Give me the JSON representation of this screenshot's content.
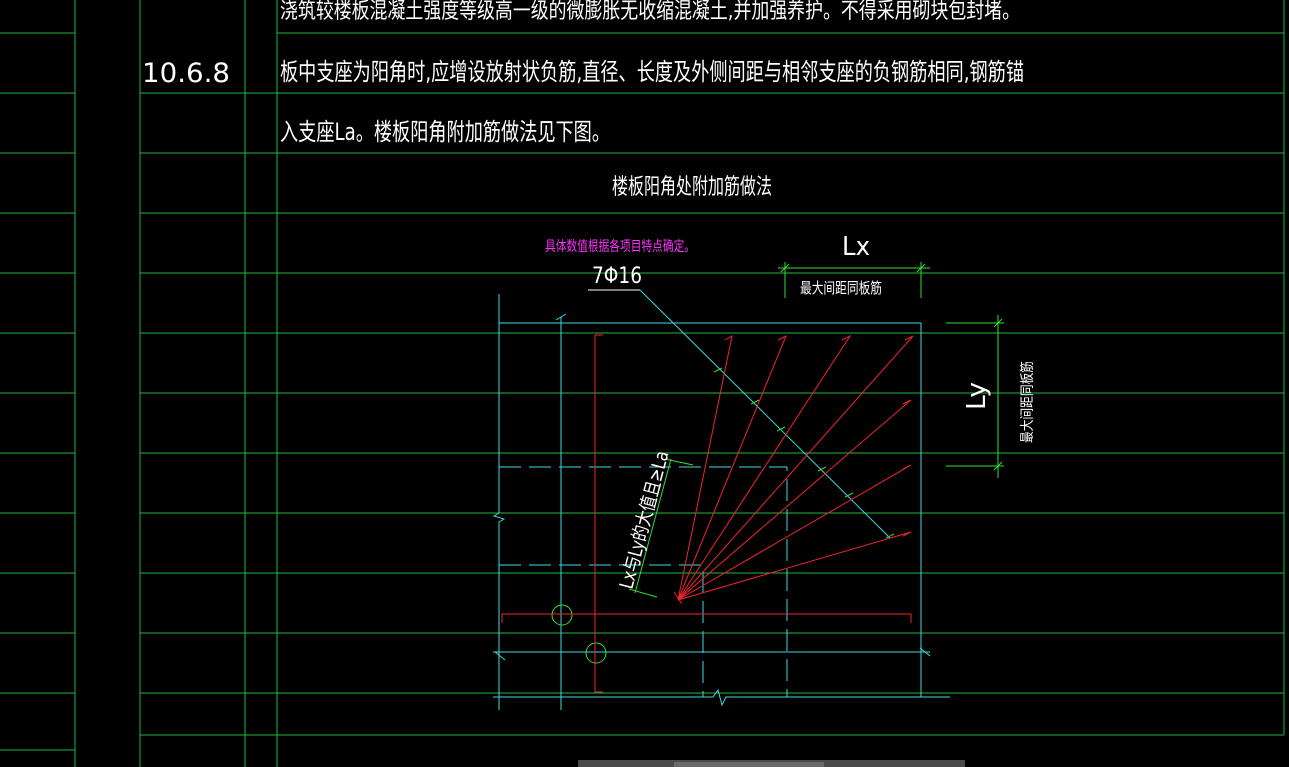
{
  "spec": {
    "line_top": "浇筑较楼板混凝土强度等级高一级的微膨胀无收缩混凝土,并加强养护。不得采用砌块包封堵。",
    "clause_no": "10.6.8",
    "line_1": "板中支座为阳角时,应增设放射状负筋,直径、长度及外侧间距与相邻支座的负钢筋相同,钢筋锚",
    "line_2": "入支座La。楼板阳角附加筋做法见下图。",
    "figure_title": "楼板阳角处附加筋做法"
  },
  "drawing": {
    "note": "具体数值根据各项目特点确定。",
    "rebar_label": "7Φ16",
    "lx_label": "Lx",
    "lx_caption": "最大间距同板筋",
    "ly_label": "Ly",
    "ly_caption": "最大间距同板筋",
    "diagonal_label": "Lx与Ly的大值且≥La"
  },
  "colors": {
    "grid": "#1fb93e",
    "cyan": "#3fd7e0",
    "red": "#f0252c",
    "green": "#2fe03a",
    "text": "#ffffff",
    "magenta": "#ff33ff"
  }
}
